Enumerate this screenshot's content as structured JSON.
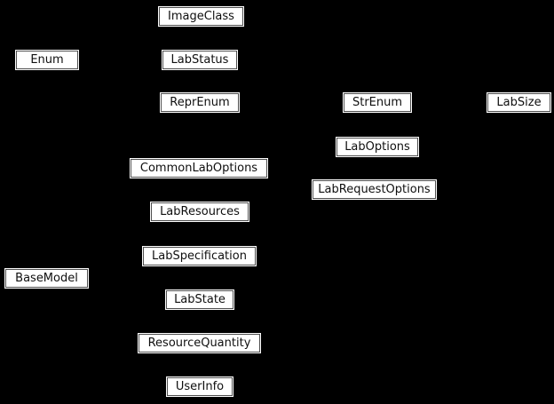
{
  "diagram": {
    "type": "inheritance-diagram",
    "background_color": "#000000",
    "node_fill_color": "#ffffff",
    "node_border_color": "#4f4f4f",
    "node_text_color": "#0f0f0f",
    "nodes": [
      {
        "id": "imageclass",
        "label": "ImageClass"
      },
      {
        "id": "enum",
        "label": "Enum"
      },
      {
        "id": "labstatus",
        "label": "LabStatus"
      },
      {
        "id": "reprenum",
        "label": "ReprEnum"
      },
      {
        "id": "strenum",
        "label": "StrEnum"
      },
      {
        "id": "labsize",
        "label": "LabSize"
      },
      {
        "id": "laboptions",
        "label": "LabOptions"
      },
      {
        "id": "commonlaboptions",
        "label": "CommonLabOptions"
      },
      {
        "id": "labrequestoptions",
        "label": "LabRequestOptions"
      },
      {
        "id": "labresources",
        "label": "LabResources"
      },
      {
        "id": "labspecification",
        "label": "LabSpecification"
      },
      {
        "id": "basemodel",
        "label": "BaseModel"
      },
      {
        "id": "labstate",
        "label": "LabState"
      },
      {
        "id": "resourcequantity",
        "label": "ResourceQuantity"
      },
      {
        "id": "userinfo",
        "label": "UserInfo"
      }
    ]
  }
}
